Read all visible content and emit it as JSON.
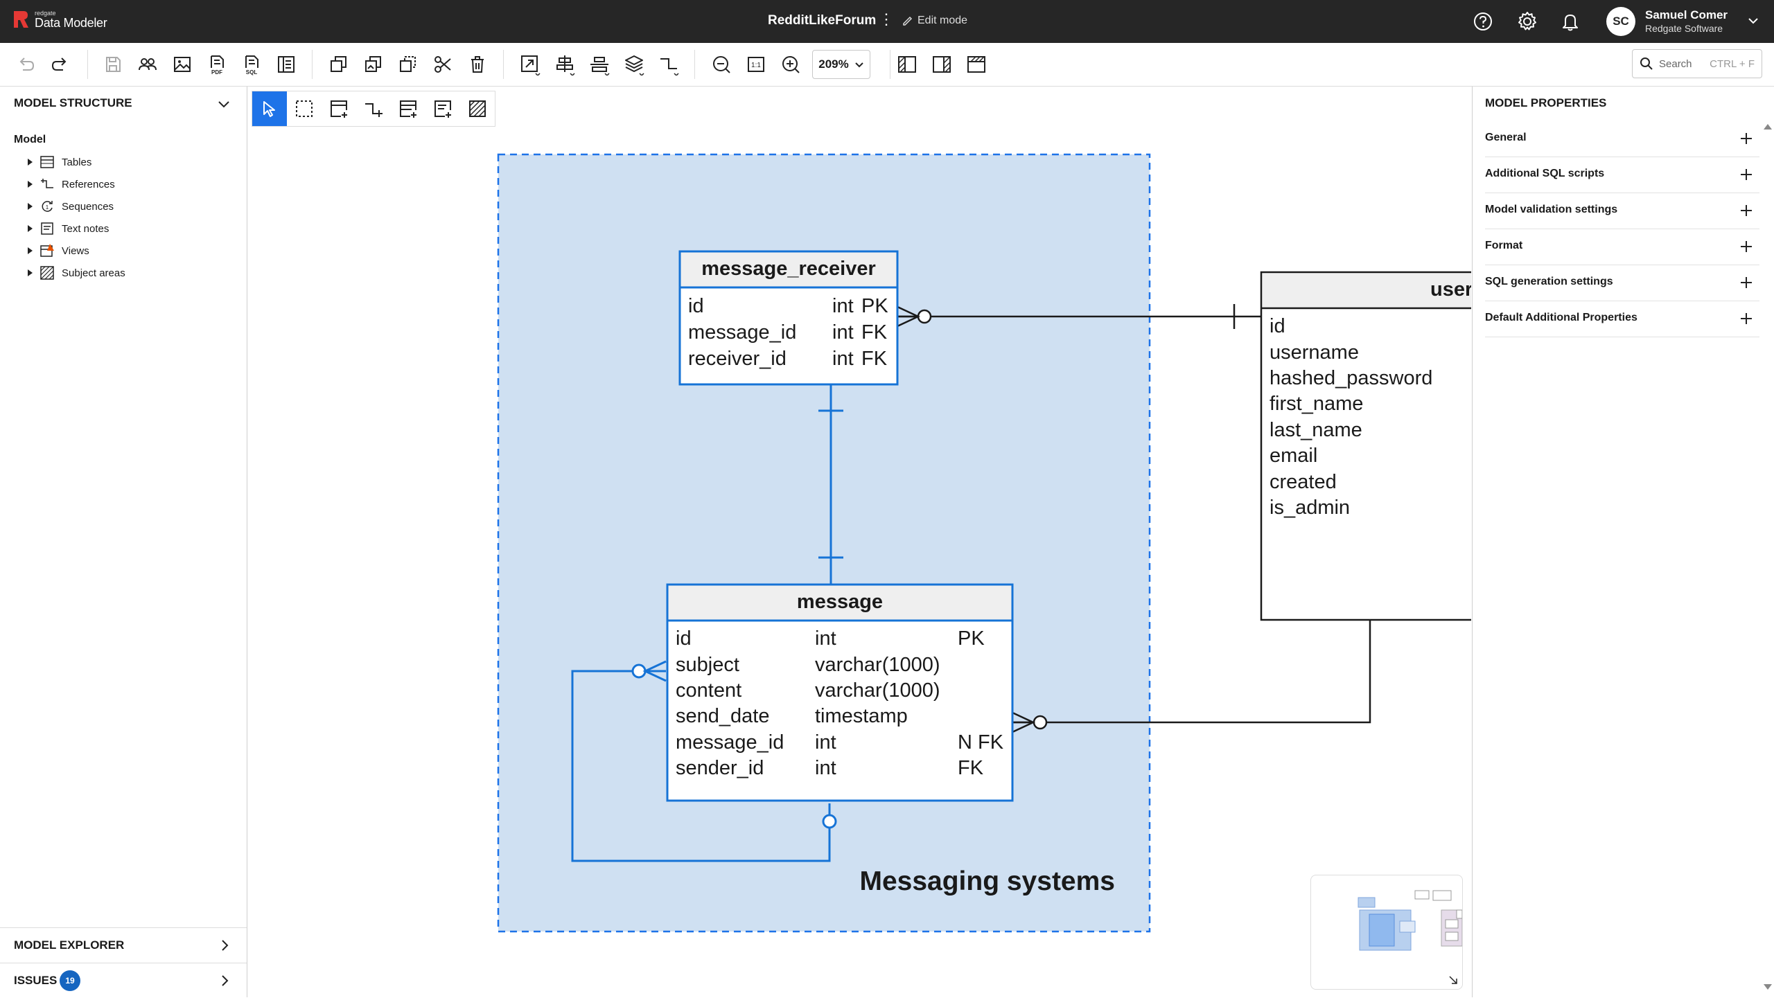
{
  "app": {
    "brand_small": "redgate",
    "brand_name": "Data Modeler",
    "document_title": "RedditLikeForum",
    "mode_label": "Edit mode"
  },
  "user": {
    "initials": "SC",
    "name": "Samuel Comer",
    "org": "Redgate Software"
  },
  "toolbar": {
    "zoom_value": "209%",
    "search_placeholder": "Search",
    "search_shortcut": "CTRL + F",
    "pdf_label": "PDF",
    "sql_label": "SQL"
  },
  "left_panel": {
    "heading": "MODEL STRUCTURE",
    "root": "Model",
    "tree_items": [
      {
        "label": "Tables",
        "icon": "table-icon"
      },
      {
        "label": "References",
        "icon": "reference-icon"
      },
      {
        "label": "Sequences",
        "icon": "sequence-icon"
      },
      {
        "label": "Text notes",
        "icon": "text-note-icon"
      },
      {
        "label": "Views",
        "icon": "view-icon"
      },
      {
        "label": "Subject areas",
        "icon": "subject-area-icon"
      }
    ],
    "explorer_label": "MODEL EXPLORER",
    "issues_label": "ISSUES",
    "issues_count": "19"
  },
  "right_panel": {
    "title": "MODEL PROPERTIES",
    "sections": [
      "General",
      "Additional SQL scripts",
      "Model validation settings",
      "Format",
      "SQL generation settings",
      "Default Additional Properties"
    ]
  },
  "diagram": {
    "subject_area_label": "Messaging systems",
    "tables": {
      "message_receiver": {
        "name": "message_receiver",
        "columns": [
          {
            "name": "id",
            "type": "int",
            "key": "PK"
          },
          {
            "name": "message_id",
            "type": "int",
            "key": "FK"
          },
          {
            "name": "receiver_id",
            "type": "int",
            "key": "FK"
          }
        ]
      },
      "message": {
        "name": "message",
        "columns": [
          {
            "name": "id",
            "type": "int",
            "key": "PK"
          },
          {
            "name": "subject",
            "type": "varchar(1000)",
            "key": ""
          },
          {
            "name": "content",
            "type": "varchar(1000)",
            "key": ""
          },
          {
            "name": "send_date",
            "type": "timestamp",
            "key": ""
          },
          {
            "name": "message_id",
            "type": "int",
            "key": "N FK"
          },
          {
            "name": "sender_id",
            "type": "int",
            "key": "FK"
          }
        ]
      },
      "user": {
        "name": "user",
        "columns": [
          {
            "name": "id"
          },
          {
            "name": "username"
          },
          {
            "name": "hashed_password"
          },
          {
            "name": "first_name"
          },
          {
            "name": "last_name"
          },
          {
            "name": "email"
          },
          {
            "name": "created"
          },
          {
            "name": "is_admin"
          }
        ]
      }
    }
  },
  "colors": {
    "accent": "#1e73e8",
    "topbar": "#262626",
    "subject_area_fill": "#cfe0f2",
    "table_border": "#1673d6",
    "badge": "#1565c0"
  }
}
